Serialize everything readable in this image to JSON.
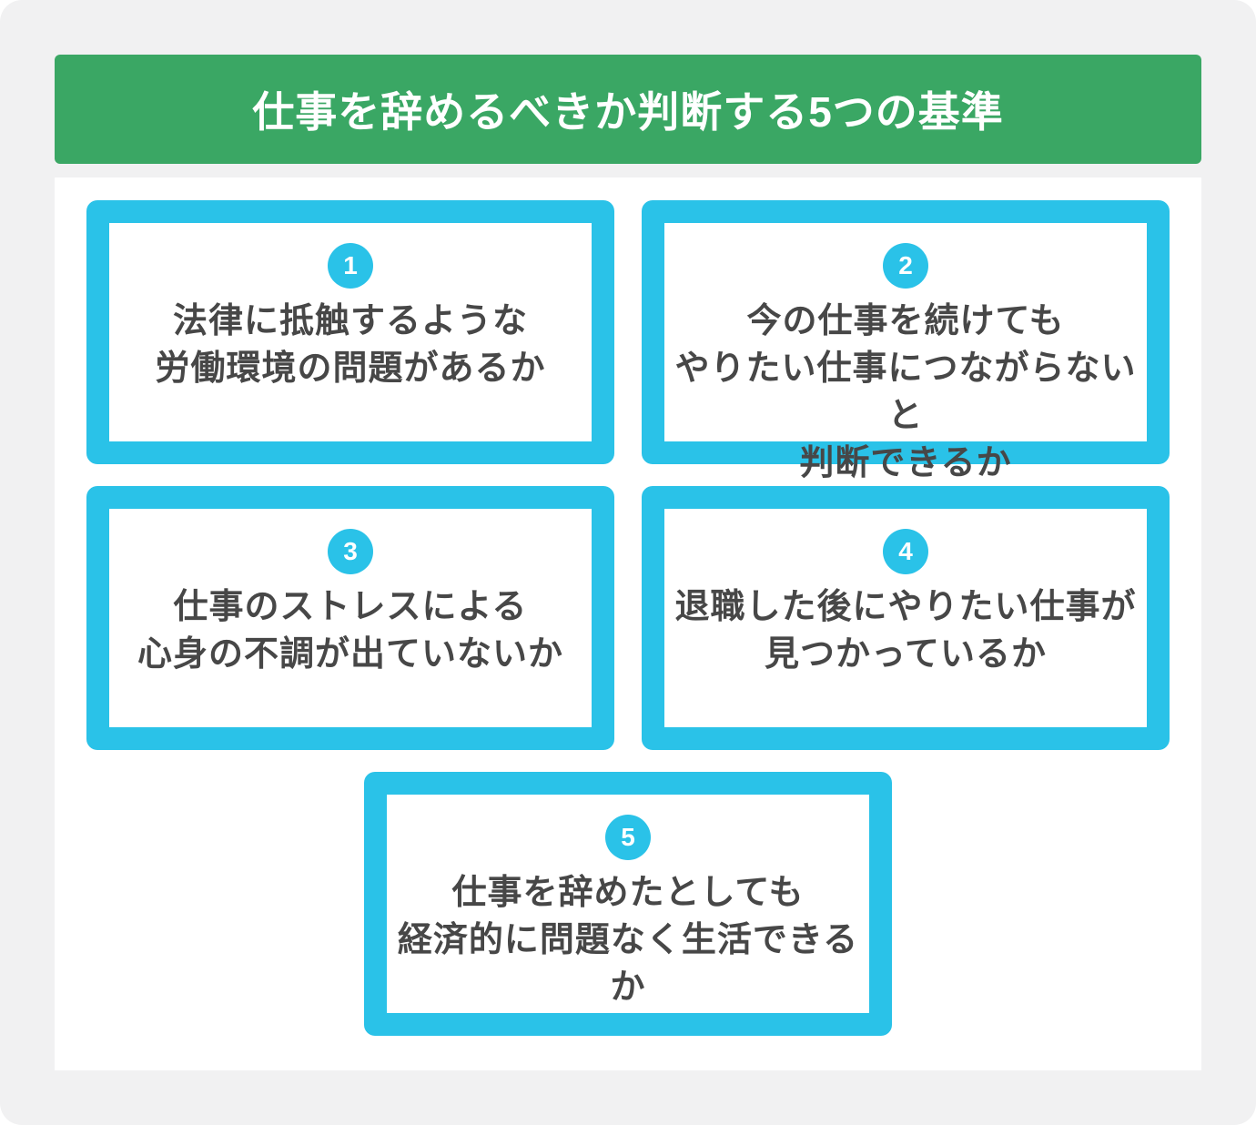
{
  "page": {
    "title": "仕事を辞めるべきか判断する5つの基準"
  },
  "cards": [
    {
      "number": "1",
      "text": "法律に抵触するような\n労働環境の問題があるか"
    },
    {
      "number": "2",
      "text": "今の仕事を続けても\nやりたい仕事につながらないと\n判断できるか"
    },
    {
      "number": "3",
      "text": "仕事のストレスによる\n心身の不調が出ていないか"
    },
    {
      "number": "4",
      "text": "退職した後にやりたい仕事が\n見つかっているか"
    },
    {
      "number": "5",
      "text": "仕事を辞めたとしても\n経済的に問題なく生活できるか"
    }
  ],
  "colors": {
    "header_green": "#3AA764",
    "card_border_cyan": "#2AC2E8",
    "badge_cyan": "#2AC2E8",
    "page_background": "#F1F1F2",
    "panel_background": "#FFFFFF",
    "card_background": "#FFFFFF",
    "body_text": "#474747",
    "title_text": "#FFFFFF"
  }
}
